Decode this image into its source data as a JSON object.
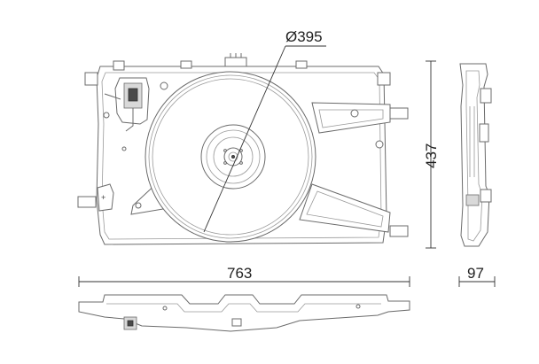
{
  "dimensions": {
    "diameter": "Ø395",
    "height": "437",
    "width": "763",
    "depth": "97"
  },
  "colors": {
    "line": "#6b6b6b",
    "dimension": "#333333",
    "background": "#ffffff"
  }
}
